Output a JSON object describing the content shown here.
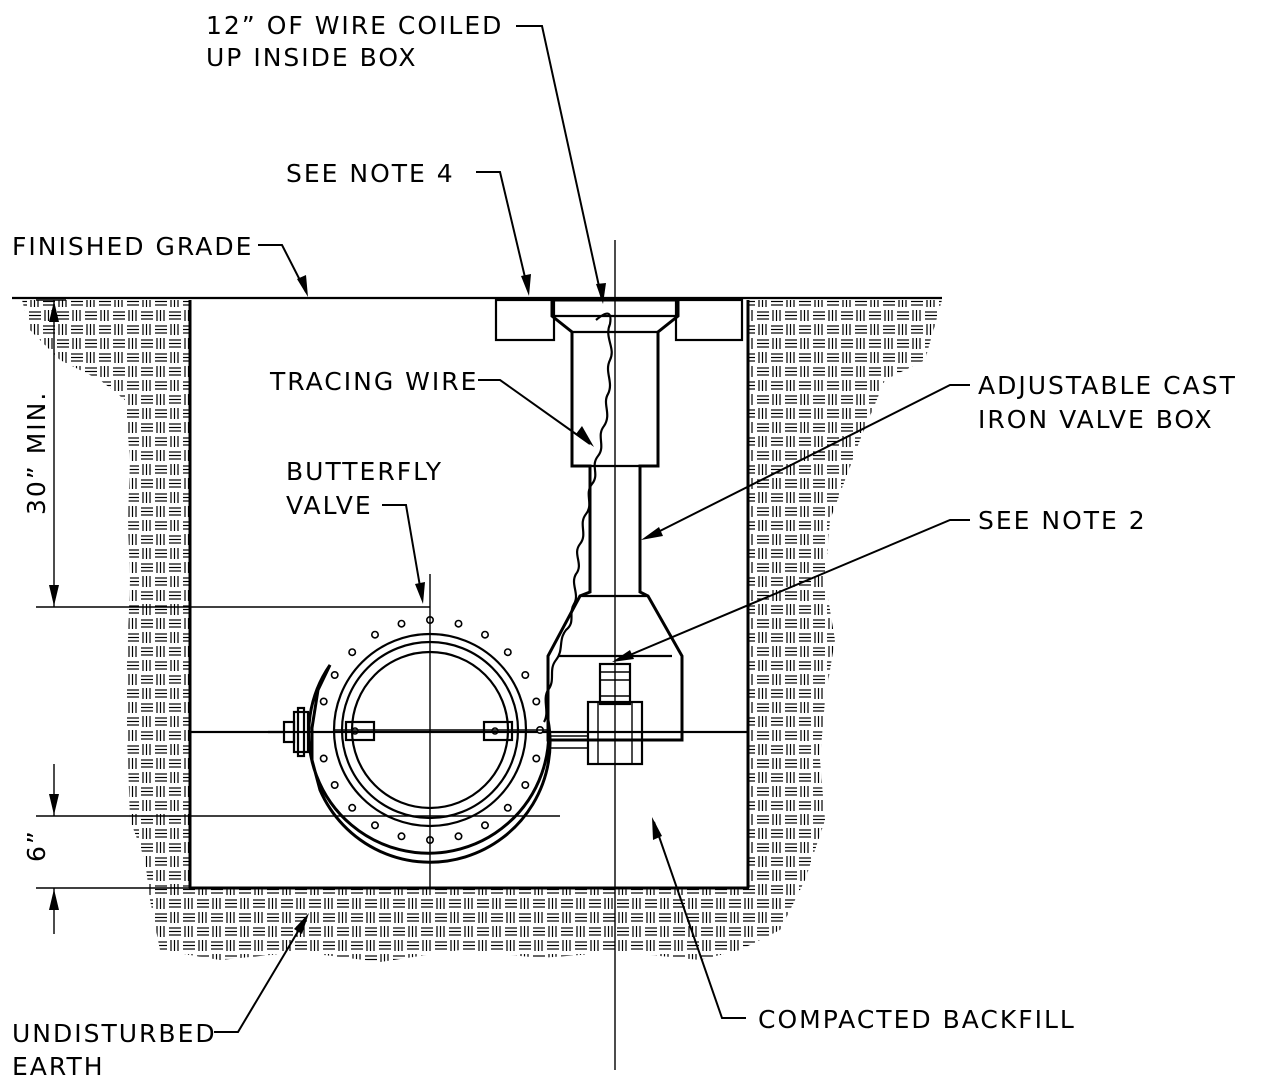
{
  "labels": {
    "wire_coiled_line1": "12” OF WIRE COILED",
    "wire_coiled_line2": "UP INSIDE BOX",
    "see_note_4": "SEE NOTE 4",
    "finished_grade": "FINISHED GRADE",
    "tracing_wire": "TRACING WIRE",
    "valve_box_line1": "ADJUSTABLE CAST",
    "valve_box_line2": "IRON VALVE BOX",
    "butterfly_line1": "BUTTERFLY",
    "butterfly_line2": "VALVE",
    "see_note_2": "SEE NOTE 2",
    "dim_depth": "30” MIN.",
    "dim_bedding": "6”",
    "undisturbed_line1": "UNDISTURBED",
    "undisturbed_line2": "EARTH",
    "compacted_backfill": "COMPACTED BACKFILL"
  },
  "colors": {
    "ink": "#000000",
    "paper": "#ffffff"
  }
}
